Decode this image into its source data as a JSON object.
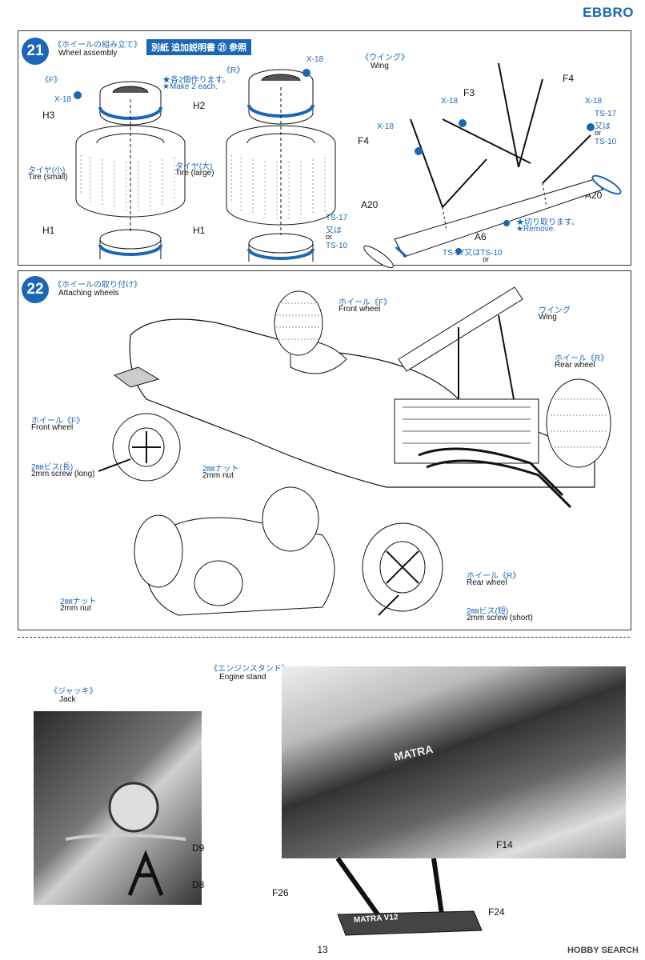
{
  "brand": "EBBRO",
  "step21": {
    "num": "21",
    "title_jp": "《ホイールの組み立て》",
    "title_en": "Wheel assembly",
    "note": "別紙 追加説明書 ㉑ 参照",
    "front_tag": "《F》",
    "rear_tag": "《R》",
    "make2_jp": "★各2個作ります。",
    "make2_en": "★Make 2 each.",
    "x18": "X-18",
    "h1": "H1",
    "h2": "H2",
    "h3": "H3",
    "tire_small_jp": "タイヤ(小)",
    "tire_small_en": "Tire (small)",
    "tire_large_jp": "タイヤ(大)",
    "tire_large_en": "Tire (large)",
    "wing_jp": "《ウイング》",
    "wing_en": "Wing",
    "f3": "F3",
    "f4": "F4",
    "a20": "A20",
    "a6": "A6",
    "ts17": "TS-17",
    "mata": "又は",
    "or": "or",
    "ts10": "TS-10",
    "ts17_or_ts10": "TS-17又はTS-10",
    "cut_jp": "★切り取ります。",
    "cut_en": "★Remove."
  },
  "step22": {
    "num": "22",
    "title_jp": "《ホイールの取り付け》",
    "title_en": "Attaching wheels",
    "front_wheel_jp": "ホイール《F》",
    "front_wheel_en": "Front wheel",
    "wing_jp": "ウイング",
    "wing_en": "Wing",
    "rear_wheel_jp": "ホイール《R》",
    "rear_wheel_en": "Rear wheel",
    "screw_long_jp": "2㎜ビス(長)",
    "screw_long_en": "2mm screw (long)",
    "nut_jp": "2㎜ナット",
    "nut_en": "2mm nut",
    "screw_short_jp": "2㎜ビス(短)",
    "screw_short_en": "2mm screw (short)"
  },
  "photos": {
    "jack_jp": "《ジャッキ》",
    "jack_en": "Jack",
    "stand_jp": "《エンジンスタンド》",
    "stand_en": "Engine stand",
    "d8": "D8",
    "d9": "D9",
    "f14": "F14",
    "f24": "F24",
    "f26": "F26",
    "engine_text": "MATRA",
    "stand_text": "MATRA V12"
  },
  "page_number": "13",
  "watermark": "HOBBY SEARCH"
}
